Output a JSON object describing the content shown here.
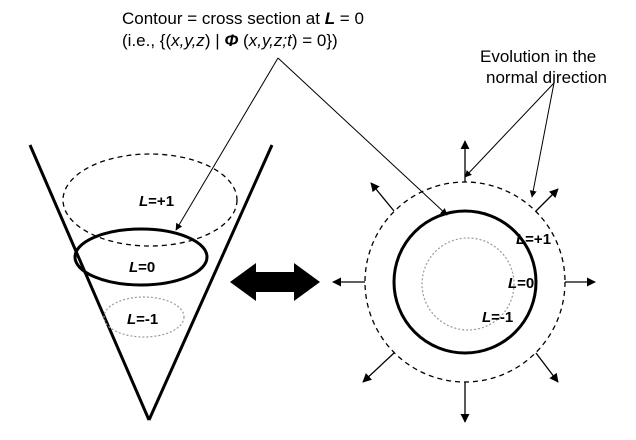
{
  "caption": {
    "contour_prefix": "Contour = cross section at ",
    "contour_var": "L",
    "contour_suffix": " = 0",
    "set_open": "(i.e., {(",
    "set_vars": "x,y,z",
    "set_mid": ") | ",
    "phi": "Φ",
    "phi_args_open": " (",
    "phi_vars": "x,y,z;t",
    "phi_close": ") = 0})"
  },
  "evolution": {
    "line1": "Evolution in the",
    "line2": "normal direction"
  },
  "cone_labels": {
    "top": {
      "var": "L",
      "val": "=+1"
    },
    "mid": {
      "var": "L",
      "val": "=0"
    },
    "bottom": {
      "var": "L",
      "val": "=-1"
    }
  },
  "circle_labels": {
    "outer": {
      "var": "L",
      "val": "=+1"
    },
    "mid": {
      "var": "L",
      "val": "=0"
    },
    "inner": {
      "var": "L",
      "val": "=-1"
    }
  },
  "icons": {
    "double_arrow": "double-headed-arrow-icon",
    "normal_arrows": "normal-arrow-icon"
  },
  "colors": {
    "ink": "#000000",
    "inner_dotted": "#9a9a9a"
  }
}
